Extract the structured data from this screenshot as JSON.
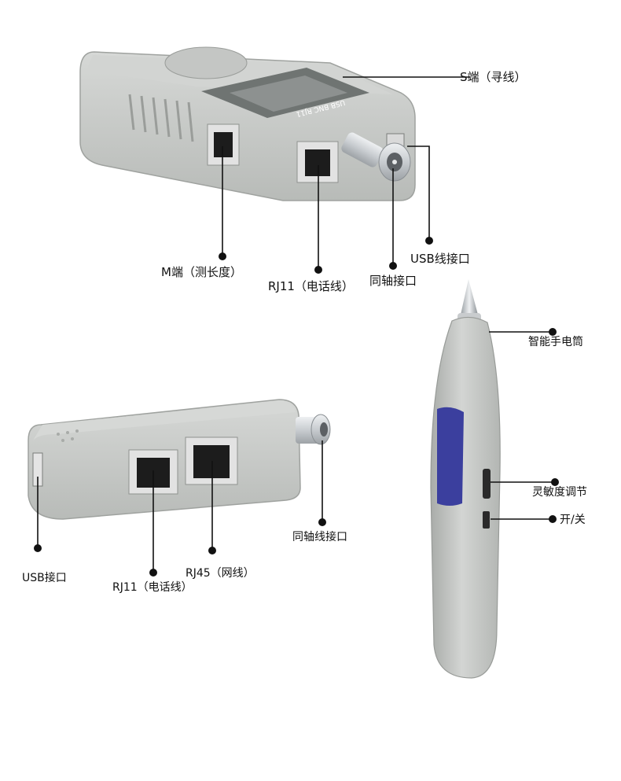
{
  "colors": {
    "device_body": "#c9cbc9",
    "device_shadow": "#a9aca9",
    "device_highlight": "#dcdedc",
    "port_metal": "#e2e2e2",
    "port_dark": "#1c1c1c",
    "bnc_metal": "#cfd2d4",
    "screen": "#8d9190",
    "badge_blue": "#3b3f9e",
    "callout_line": "#111111"
  },
  "callouts": {
    "main_s_port": "S端（寻线）",
    "main_m_port": "M端（测长度）",
    "main_rj11": "RJ11（电话线）",
    "main_coax": "同轴接口",
    "main_usb": "USB线接口",
    "probe_flashlight": "智能手电筒",
    "probe_sensitivity": "灵敏度调节",
    "probe_switch": "开/关",
    "remote_usb": "USB接口",
    "remote_rj11": "RJ11（电话线）",
    "remote_rj45": "RJ45（网线）",
    "remote_coax": "同轴线接口"
  },
  "device_markings": {
    "jack_labels": "USB BNC RJ11"
  }
}
